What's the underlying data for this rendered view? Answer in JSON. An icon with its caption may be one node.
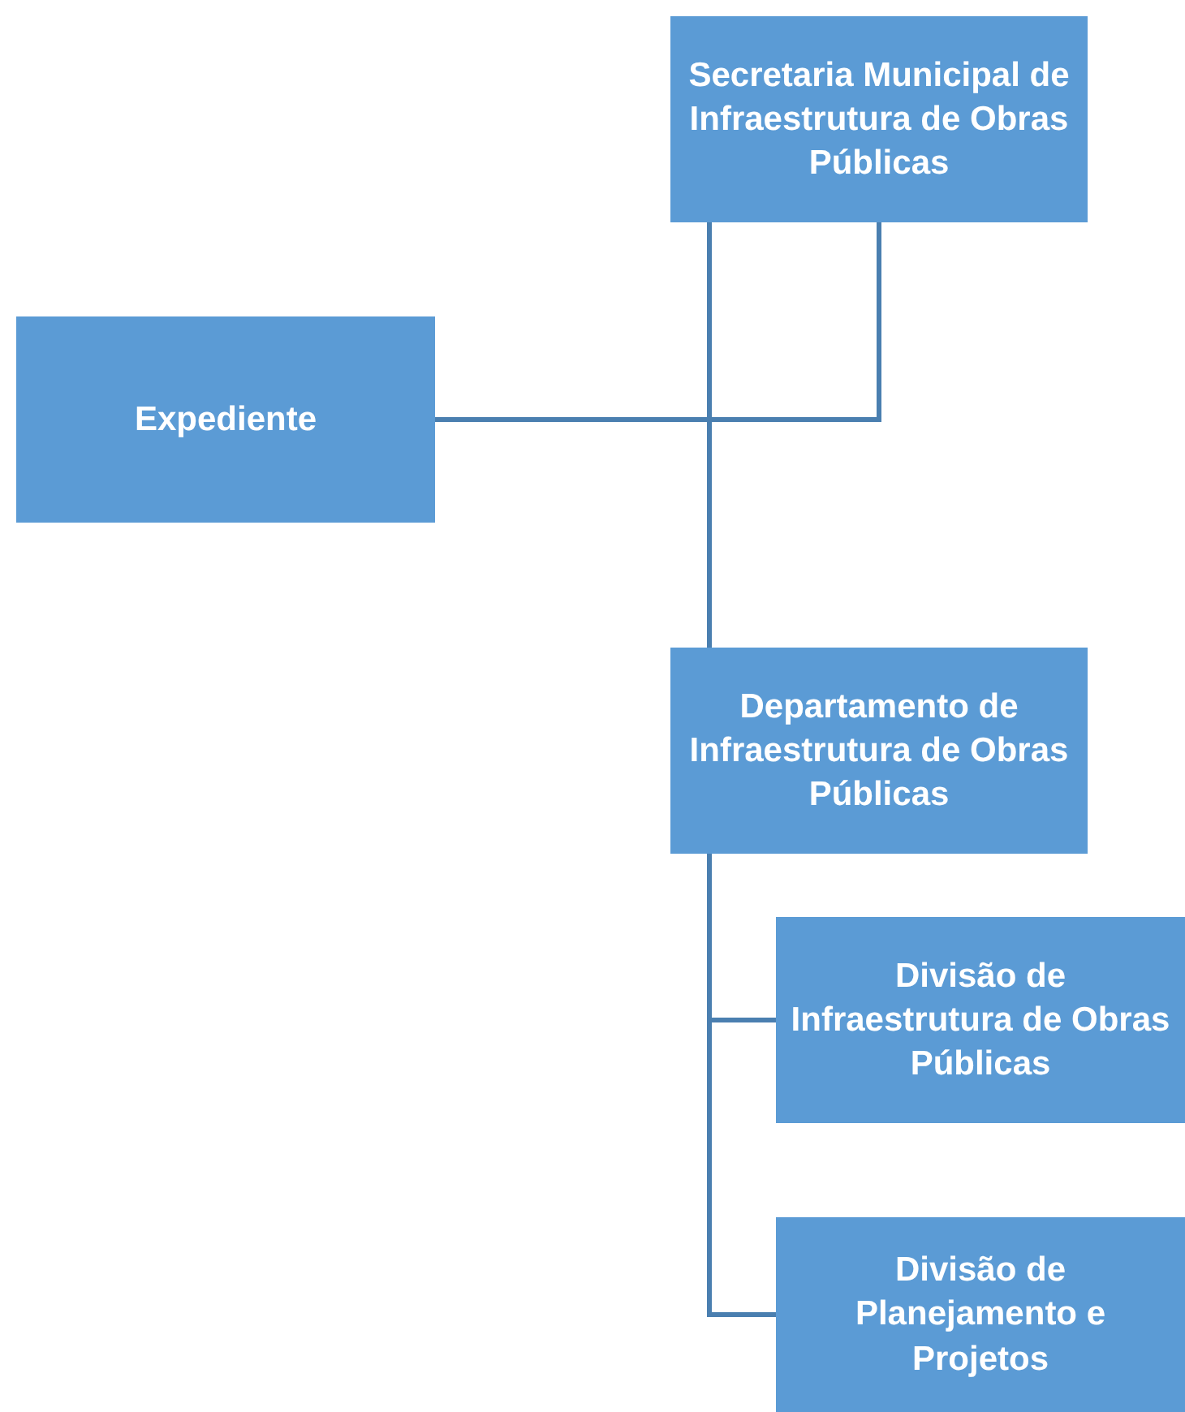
{
  "diagram": {
    "nodes": [
      {
        "text": [
          "Secretaria Municipal de Infraestrutura de Obras Públicas"
        ]
      },
      {
        "text": [
          "Expediente"
        ]
      },
      {
        "text": [
          "Departamento de Infraestrutura de Obras Públicas"
        ]
      },
      {
        "text": [
          "Divisão de Infraestrutura de Obras Públicas"
        ]
      },
      {
        "text": [
          "Divisão de Planejamento e Projetos"
        ]
      }
    ],
    "edges": [
      {
        "from": 0,
        "to": 2,
        "arrow": "none"
      },
      {
        "from": 0,
        "to": 1,
        "arrow": "none"
      },
      {
        "from": 2,
        "to": 3,
        "arrow": "none"
      },
      {
        "from": 2,
        "to": 4,
        "arrow": "none"
      }
    ]
  }
}
